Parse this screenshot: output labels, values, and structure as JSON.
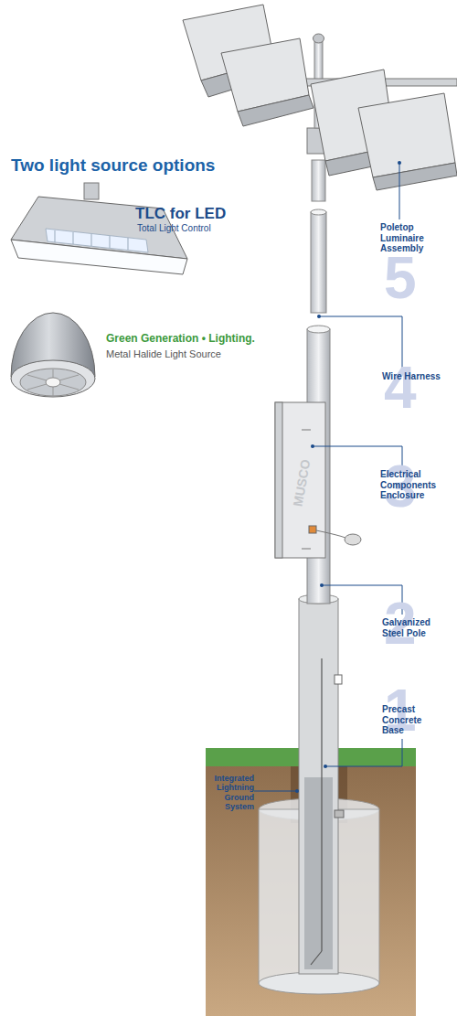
{
  "diagram": {
    "title": "Two light source options",
    "labels": [
      "TLC for LED",
      "Total Light Control",
      "Green Generation • Lighting.",
      "Metal Halide Light Source",
      "Poletop Luminaire Assembly",
      "5",
      "Wire Harness",
      "4",
      "MUSCO",
      "Electrical Components Enclosure",
      "3",
      "Galvanized Steel Pole",
      "2",
      "Precast Concrete Base",
      "1",
      "Integrated Lightning Ground System"
    ]
  }
}
